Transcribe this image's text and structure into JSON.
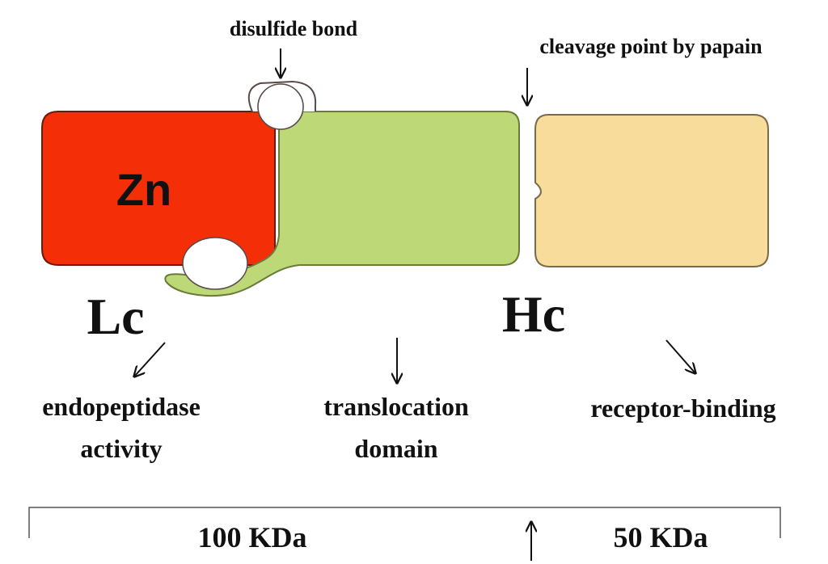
{
  "annotations": {
    "disulfide": "disulfide bond",
    "cleavage": "cleavage point by papain"
  },
  "chains": {
    "light": "Lc",
    "heavy": "Hc",
    "metal": "Zn"
  },
  "domains": {
    "endopeptidase": [
      "endopeptidase",
      "activity"
    ],
    "translocation": [
      "translocation",
      "domain"
    ],
    "receptor": "receptor-binding"
  },
  "scale": {
    "left": "100 KDa",
    "right": "50 KDa"
  },
  "colors": {
    "light_chain": "#f42f07",
    "translocation_domain": "#bcd877",
    "receptor_domain": "#f8dc9c",
    "outline": "#5a4a4a"
  }
}
